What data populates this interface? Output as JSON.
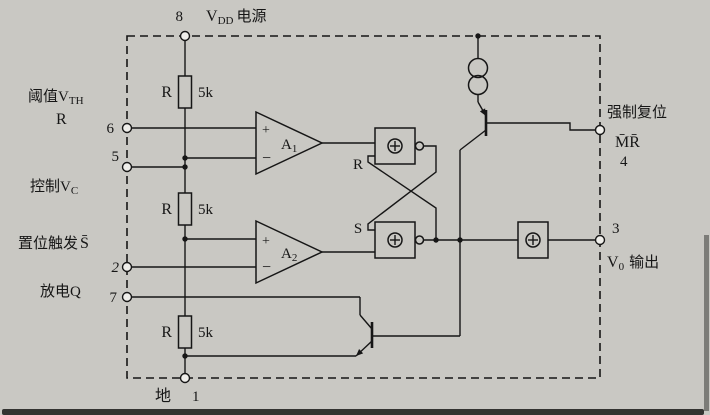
{
  "colors": {
    "paper": "#c9c8c3",
    "ink": "#161616"
  },
  "power": {
    "pin": "8",
    "v": "V",
    "v_sub": "DD",
    "rest": "电源"
  },
  "left": {
    "threshold_pre": "阈值V",
    "threshold_sub": "TH",
    "threshold_r": "R",
    "pin6": "6",
    "pin5": "5",
    "control_pre": "控制V",
    "control_sub": "C",
    "set_trigger_pre": "置位触发",
    "set_trigger_s": "S̄",
    "pin2": "2",
    "discharge": "放电Q",
    "pin7": "7"
  },
  "bottom": {
    "ground": "地",
    "pin1": "1"
  },
  "right": {
    "forced_reset": "强制复位",
    "mr": "M̄R̄",
    "pin4": "4",
    "pin3": "3",
    "out_v": "V",
    "out_sub": "0",
    "out_rest": "输出"
  },
  "resistors": {
    "r1_name": "R",
    "r1_value": "5k",
    "r2_name": "R",
    "r2_value": "5k",
    "r3_name": "R",
    "r3_value": "5k"
  },
  "comparators": {
    "a1_plus": "+",
    "a1_minus": "−",
    "a1_name": "A",
    "a1_sub": "1",
    "a2_plus": "+",
    "a2_minus": "−",
    "a2_name": "A",
    "a2_sub": "2"
  },
  "flipflop": {
    "r": "R",
    "s": "S"
  }
}
